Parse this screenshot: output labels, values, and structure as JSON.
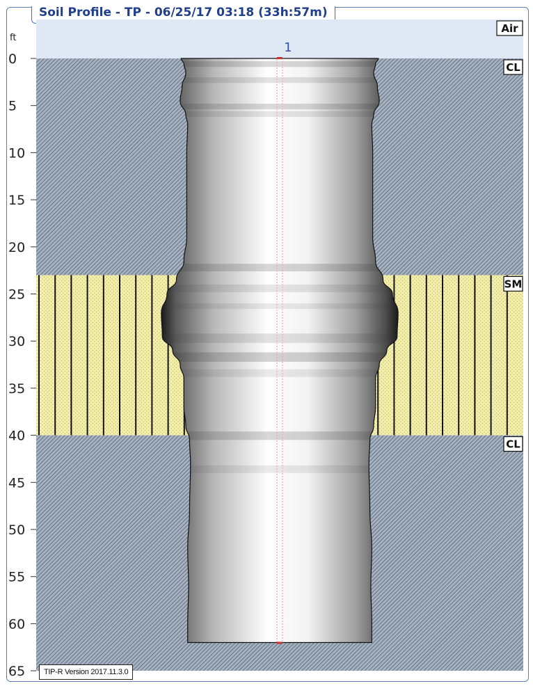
{
  "window": {
    "title": "Soil Profile - TP - 06/25/17 03:18 (33h:57m)",
    "version": "TIP-R Version 2017.11.3.0"
  },
  "chart_data": {
    "type": "soil-profile",
    "ylabel": "ft",
    "ylim": [
      -4,
      65
    ],
    "yticks": [
      0,
      5,
      10,
      15,
      20,
      25,
      30,
      35,
      40,
      45,
      50,
      55,
      60,
      65
    ],
    "shaft_label": "1",
    "shaft_bottom_depth": 62,
    "layers": [
      {
        "name": "Air",
        "top": -4,
        "bottom": 0,
        "kind": "air",
        "color": "#dfe9f5"
      },
      {
        "name": "CL",
        "top": 0,
        "bottom": 23,
        "kind": "clay",
        "color": "#a6b2c2"
      },
      {
        "name": "SM",
        "top": 23,
        "bottom": 40,
        "kind": "sand",
        "color": "#f3eea8"
      },
      {
        "name": "CL",
        "top": 40,
        "bottom": 65,
        "kind": "clay",
        "color": "#a6b2c2"
      }
    ],
    "shaft_radius_profile": [
      {
        "depth": 0.0,
        "radius": 10.5
      },
      {
        "depth": 0.6,
        "radius": 10.2
      },
      {
        "depth": 1.5,
        "radius": 10.0
      },
      {
        "depth": 3.0,
        "radius": 10.4
      },
      {
        "depth": 4.5,
        "radius": 10.6
      },
      {
        "depth": 6.0,
        "radius": 10.0
      },
      {
        "depth": 7.0,
        "radius": 9.8
      },
      {
        "depth": 10.0,
        "radius": 9.9
      },
      {
        "depth": 15.0,
        "radius": 9.9
      },
      {
        "depth": 19.0,
        "radius": 9.9
      },
      {
        "depth": 21.5,
        "radius": 10.2
      },
      {
        "depth": 23.5,
        "radius": 11.0
      },
      {
        "depth": 25.0,
        "radius": 12.0
      },
      {
        "depth": 27.0,
        "radius": 12.6
      },
      {
        "depth": 29.5,
        "radius": 12.5
      },
      {
        "depth": 31.0,
        "radius": 11.4
      },
      {
        "depth": 32.5,
        "radius": 10.6
      },
      {
        "depth": 34.0,
        "radius": 10.2
      },
      {
        "depth": 37.0,
        "radius": 10.2
      },
      {
        "depth": 39.0,
        "radius": 10.0
      },
      {
        "depth": 40.5,
        "radius": 9.6
      },
      {
        "depth": 43.0,
        "radius": 9.5
      },
      {
        "depth": 48.0,
        "radius": 9.6
      },
      {
        "depth": 52.0,
        "radius": 9.8
      },
      {
        "depth": 56.0,
        "radius": 9.7
      },
      {
        "depth": 60.0,
        "radius": 9.8
      },
      {
        "depth": 62.0,
        "radius": 9.8
      }
    ],
    "colors": {
      "clay": "#a6b2c2",
      "clay_hatch": "#4a5766",
      "sand": "#f3eea8",
      "sand_stripe": "#111111",
      "air": "#dfe9f5",
      "center_line": "#f0a0a0",
      "frame": "#5a7fb8",
      "title_text": "#1f3e8c"
    }
  }
}
